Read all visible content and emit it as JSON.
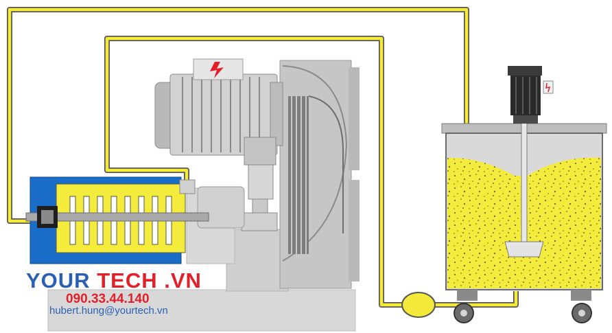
{
  "branding": {
    "brand_part1": "YOUR",
    "brand_part2": "TECH .VN",
    "phone": "090.33.44.140",
    "email": "hubert.hung@yourtech.vn"
  },
  "colors": {
    "pipe_yellow": "#f4ea3a",
    "pipe_outline": "#555555",
    "machine_gray": "#d4d4d4",
    "machine_dark": "#8a8a8a",
    "mill_blue": "#1a6ec8",
    "liquid_yellow": "#f4ec3c",
    "brand_blue": "#2a5fb4",
    "brand_red": "#e0202a"
  },
  "icons": [
    "lightning-warning-icon"
  ]
}
